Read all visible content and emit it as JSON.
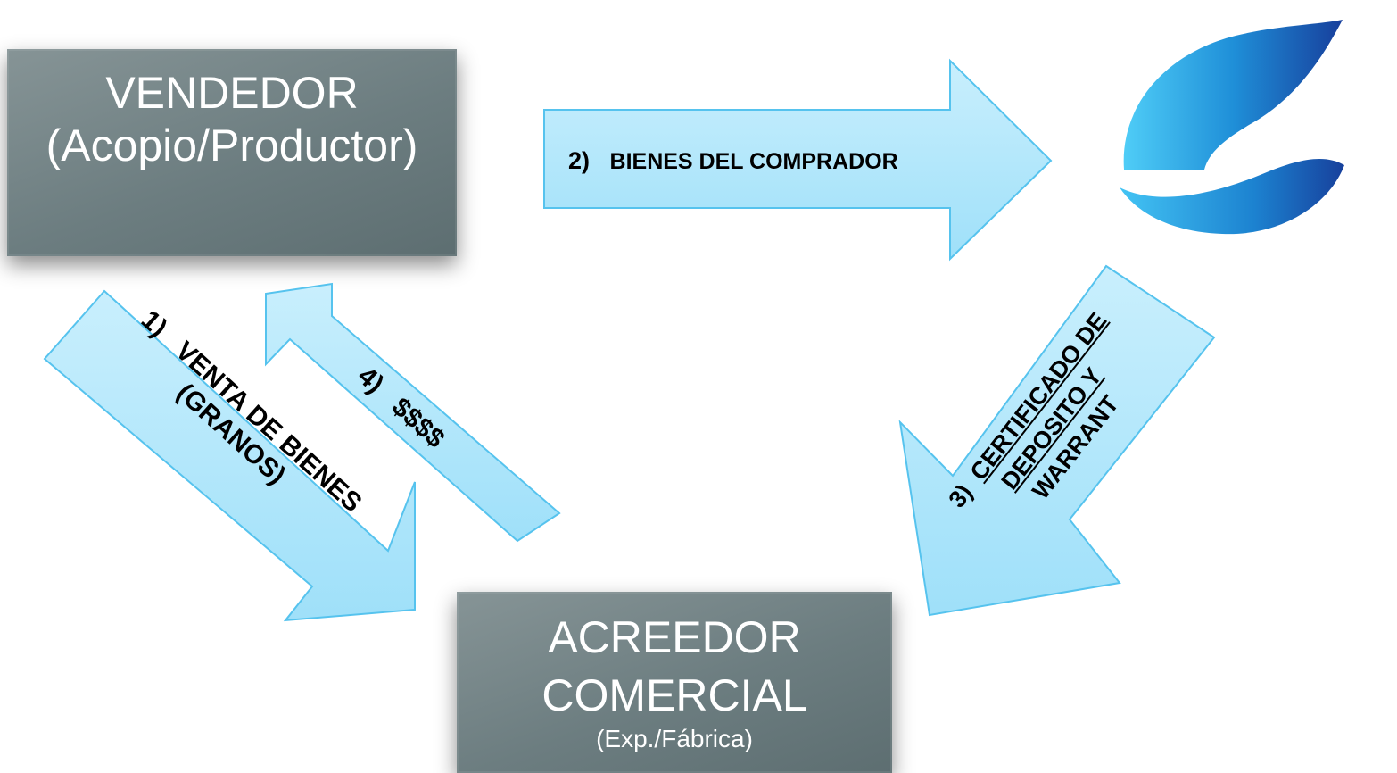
{
  "nodes": {
    "vendedor": {
      "title": "VENDEDOR",
      "subtitle": "(Acopio/Productor)"
    },
    "acreedor": {
      "title": "ACREEDOR",
      "subtitle": "COMERCIAL",
      "note": "(Exp./Fábrica)"
    }
  },
  "arrows": {
    "a1": {
      "num": "1)",
      "line1": "VENTA DE BIENES",
      "line2": "(GRANOS)"
    },
    "a2": {
      "num": "2)",
      "text": "BIENES DEL COMPRADOR"
    },
    "a3": {
      "num": "3)",
      "line1": "CERTIFICADO DE",
      "line2": "DEPOSITO Y",
      "line3": "WARRANT"
    },
    "a4": {
      "num": "4)",
      "text": "$$$$"
    }
  },
  "colors": {
    "box": "#6c7d80",
    "arrow_fill": "#aee6fb",
    "arrow_stroke": "#56c3ee",
    "logo_blue": "#1f8fd8"
  },
  "logo": {
    "icon": "wave-logo-icon"
  }
}
